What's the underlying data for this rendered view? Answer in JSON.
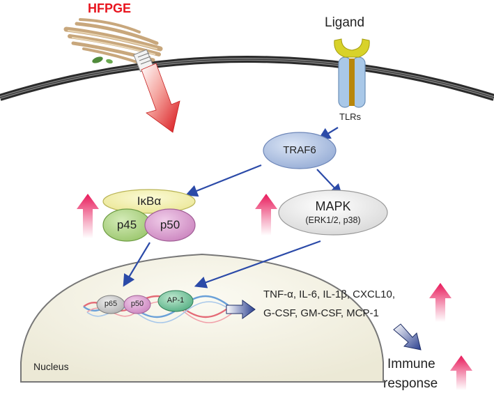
{
  "labels": {
    "hfpge": "HFPGE",
    "ligand": "Ligand",
    "tlrs": "TLRs",
    "traf6": "TRAF6",
    "ikba": "IκBα",
    "p45": "p45",
    "p50": "p50",
    "mapk": "MAPK",
    "mapk_sub": "(ERK1/2, p38)",
    "nuc_p65": "p65",
    "nuc_p50": "p50",
    "ap1": "AP-1",
    "cytokines_line1": "TNF-α, IL-6, IL-1β, CXCL10,",
    "cytokines_line2": "G-CSF, GM-CSF, MCP-1",
    "nucleus": "Nucleus",
    "immune_line1": "Immune",
    "immune_line2": "response"
  },
  "colors": {
    "hfpge_red": "#e8141e",
    "membrane": "#333333",
    "up_arrow": "#e8195a",
    "blue_arrow": "#2b4aa8",
    "traf6_fill": "#9fb4da",
    "ikba_fill": "#f3f0a8",
    "p45_fill": "#a6cf7a",
    "p50_fill": "#d694c9",
    "mapk_fill": "#e6e6e6",
    "ap1_fill": "#5fbf8f",
    "nucleus_fill": "#f5f3e6"
  }
}
